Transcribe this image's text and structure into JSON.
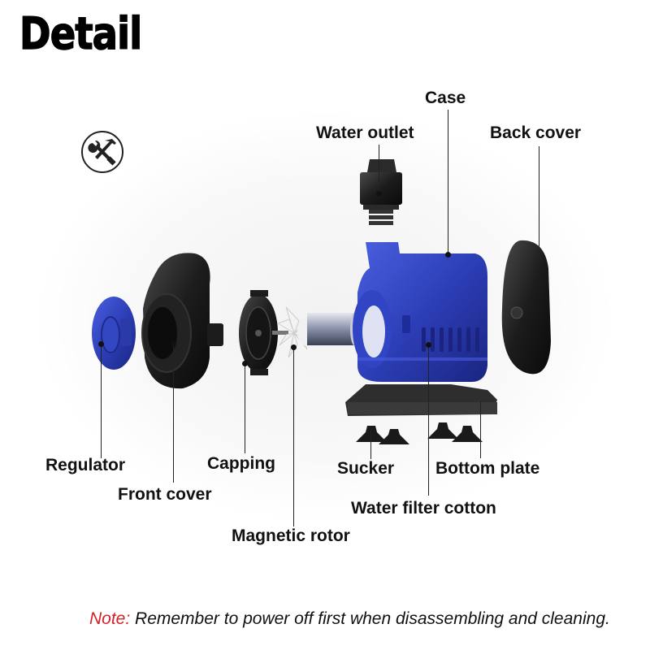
{
  "header": {
    "title": "Detail"
  },
  "icons": {
    "tools": "wrench-hammer-icon"
  },
  "labels": {
    "case": "Case",
    "water_outlet": "Water outlet",
    "back_cover": "Back cover",
    "regulator": "Regulator",
    "front_cover": "Front cover",
    "capping": "Capping",
    "magnetic_rotor": "Magnetic rotor",
    "sucker": "Sucker",
    "bottom_plate": "Bottom plate",
    "water_filter_cotton": "Water filter cotton"
  },
  "note": {
    "key": "Note:",
    "text": " Remember to power off first when disassembling and cleaning."
  },
  "colors": {
    "pump_blue": "#2d3fb8",
    "part_black": "#1c1c1c",
    "note_red": "#d4202a"
  }
}
